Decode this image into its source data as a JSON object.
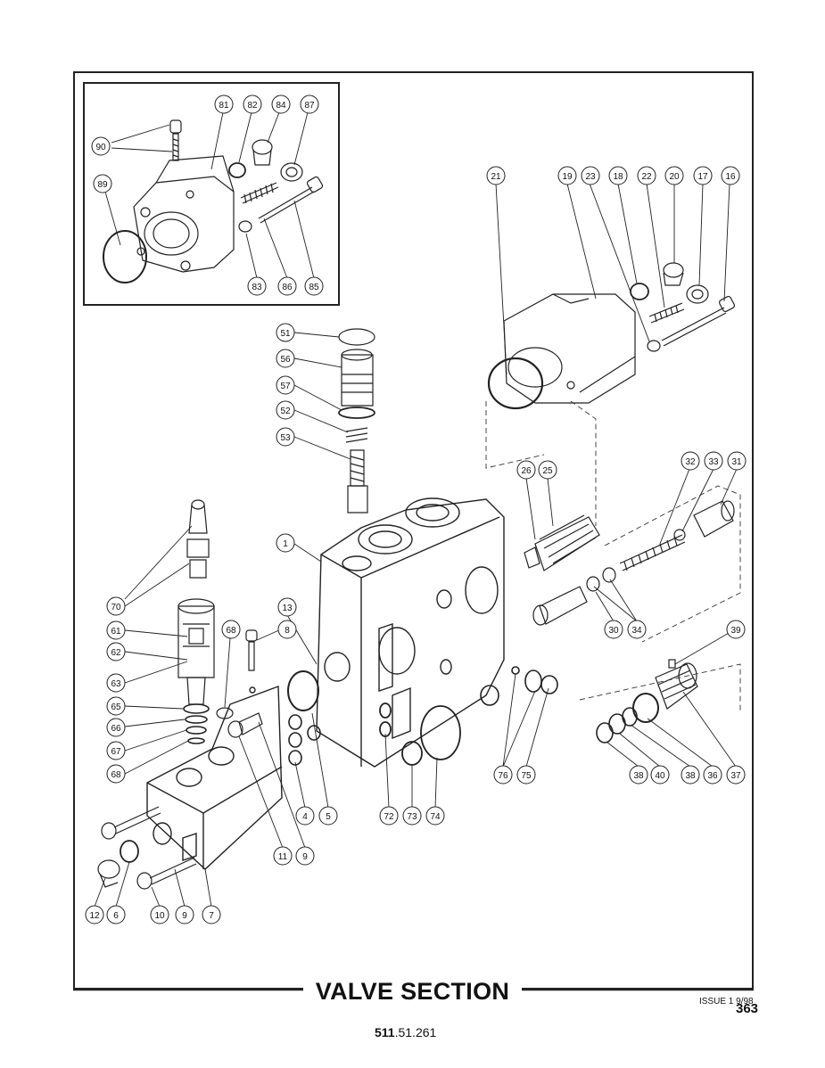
{
  "figure": {
    "title": "VALVE SECTION",
    "issue": "ISSUE 1 9/98",
    "page_number": "363",
    "part_number_bold": "511",
    "part_number_rest": ".51.261"
  },
  "callouts": {
    "c90": "90",
    "c81": "81",
    "c82": "82",
    "c84": "84",
    "c87": "87",
    "c89": "89",
    "c83": "83",
    "c86": "86",
    "c85": "85",
    "c21": "21",
    "c19": "19",
    "c23": "23",
    "c18": "18",
    "c22": "22",
    "c20": "20",
    "c17": "17",
    "c16": "16",
    "c51": "51",
    "c56": "56",
    "c57": "57",
    "c52": "52",
    "c53": "53",
    "c26": "26",
    "c25": "25",
    "c32": "32",
    "c33": "33",
    "c31": "31",
    "c1": "1",
    "c70": "70",
    "c13": "13",
    "c8": "8",
    "c68a": "68",
    "c61": "61",
    "c62": "62",
    "c63": "63",
    "c65": "65",
    "c66": "66",
    "c67": "67",
    "c68b": "68",
    "c30": "30",
    "c34": "34",
    "c39": "39",
    "c76": "76",
    "c75": "75",
    "c38a": "38",
    "c40": "40",
    "c38b": "38",
    "c36": "36",
    "c37": "37",
    "c4": "4",
    "c5": "5",
    "c72": "72",
    "c73": "73",
    "c74": "74",
    "c11": "11",
    "c9a": "9",
    "c12": "12",
    "c6": "6",
    "c10": "10",
    "c9b": "9",
    "c7": "7"
  }
}
